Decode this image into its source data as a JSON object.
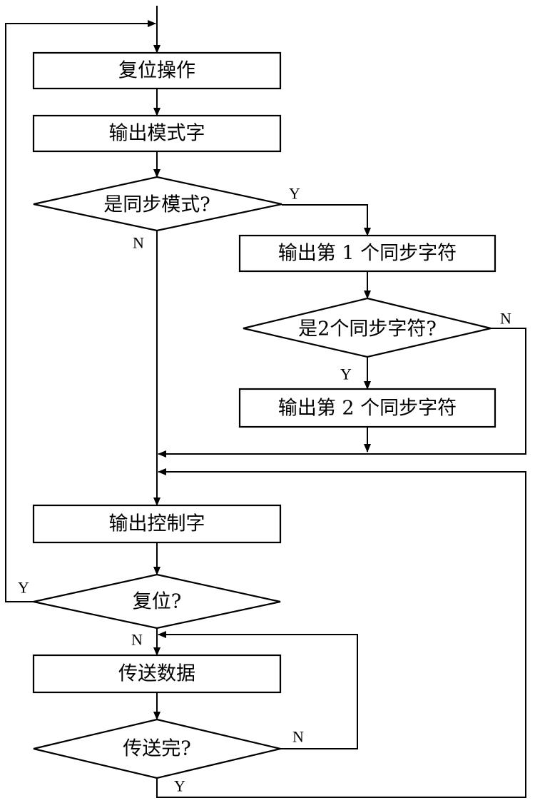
{
  "nodes": {
    "reset_op": "复位操作",
    "output_mode_word": "输出模式字",
    "is_sync_mode": "是同步模式?",
    "output_sync_char_1": "输出第 1 个同步字符",
    "is_two_sync_chars": "是2个同步字符?",
    "output_sync_char_2": "输出第 2 个同步字符",
    "output_control_word": "输出控制字",
    "is_reset": "复位?",
    "transmit_data": "传送数据",
    "transmit_done": "传送完?"
  },
  "branch_labels": {
    "sync_yes": "Y",
    "sync_no": "N",
    "two_chars_yes": "Y",
    "two_chars_no": "N",
    "reset_yes": "Y",
    "reset_no": "N",
    "done_yes": "Y",
    "done_no": "N"
  }
}
